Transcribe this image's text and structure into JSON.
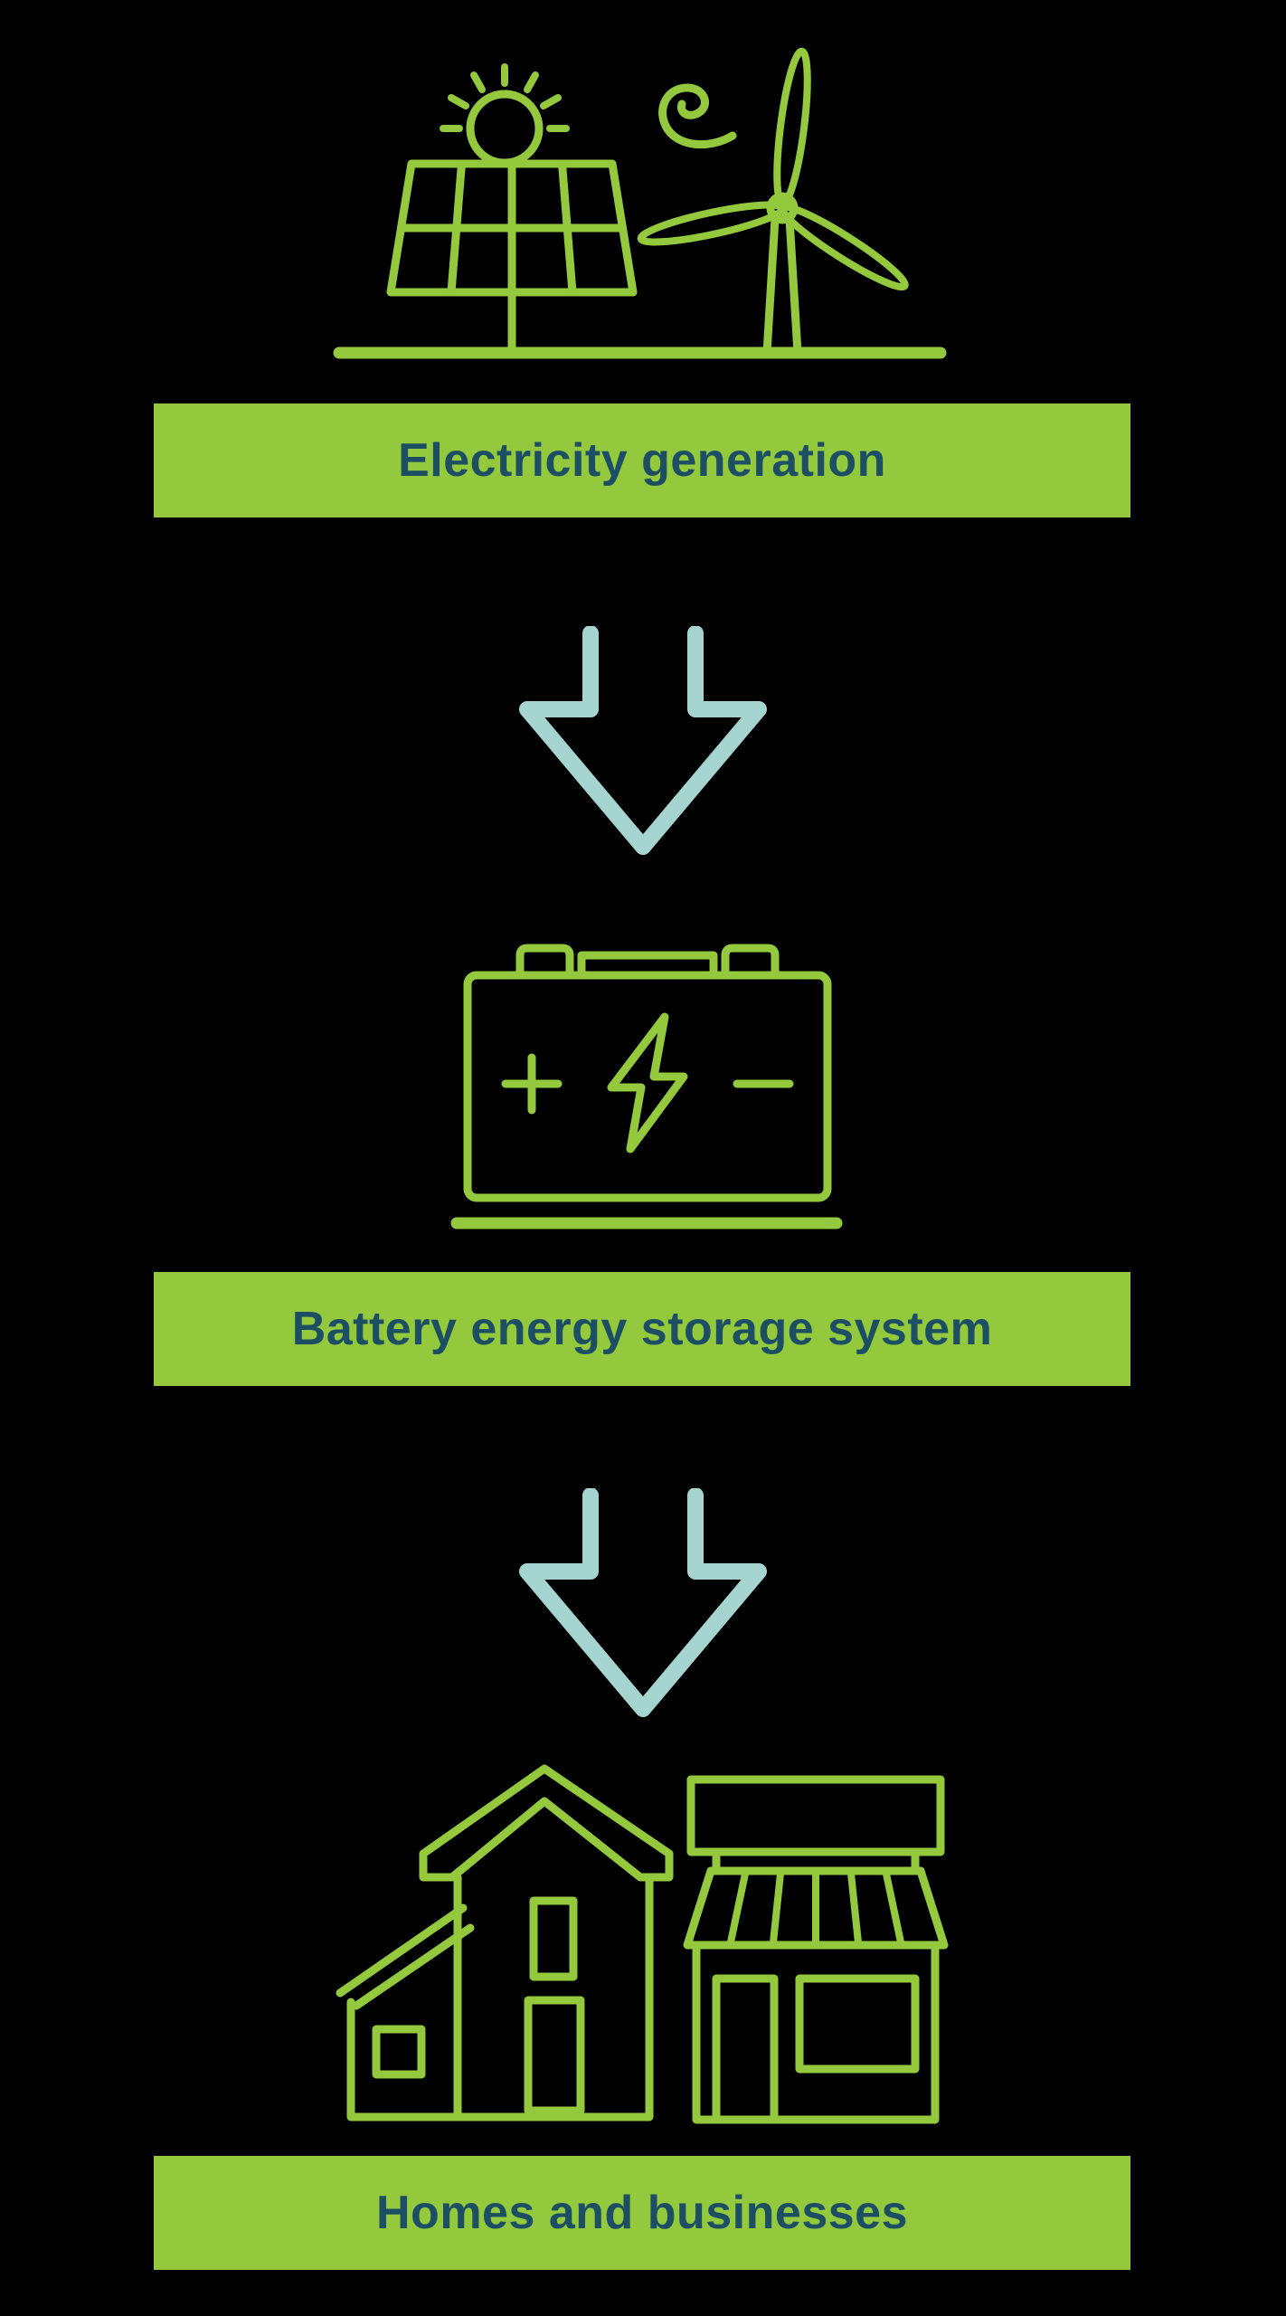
{
  "diagram": {
    "background": "#000000",
    "colors": {
      "green": "#94C83D",
      "arrow": "#A6D5D1",
      "labelText": "#1C4F63"
    },
    "steps": [
      {
        "label": "Electricity generation",
        "icon": "solar-and-wind-icon"
      },
      {
        "label": "Battery energy storage system",
        "icon": "battery-icon"
      },
      {
        "label": "Homes and businesses",
        "icon": "house-and-shop-icon"
      }
    ],
    "connector": "down-arrow-icon"
  }
}
